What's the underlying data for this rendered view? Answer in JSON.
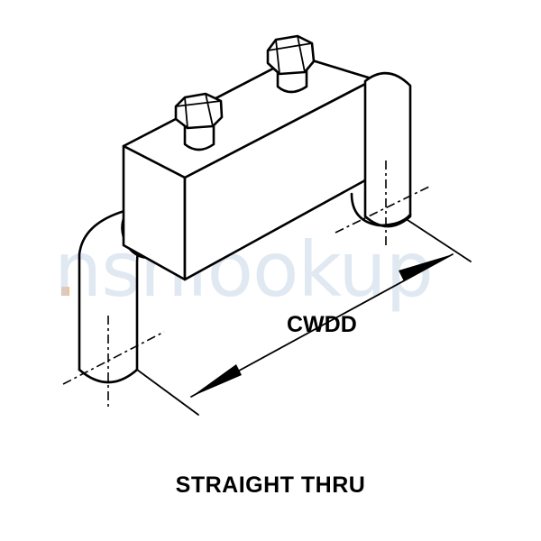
{
  "diagram": {
    "dimension_label": "CWDD",
    "caption": "STRAIGHT THRU",
    "watermark": "nsnlookup"
  }
}
